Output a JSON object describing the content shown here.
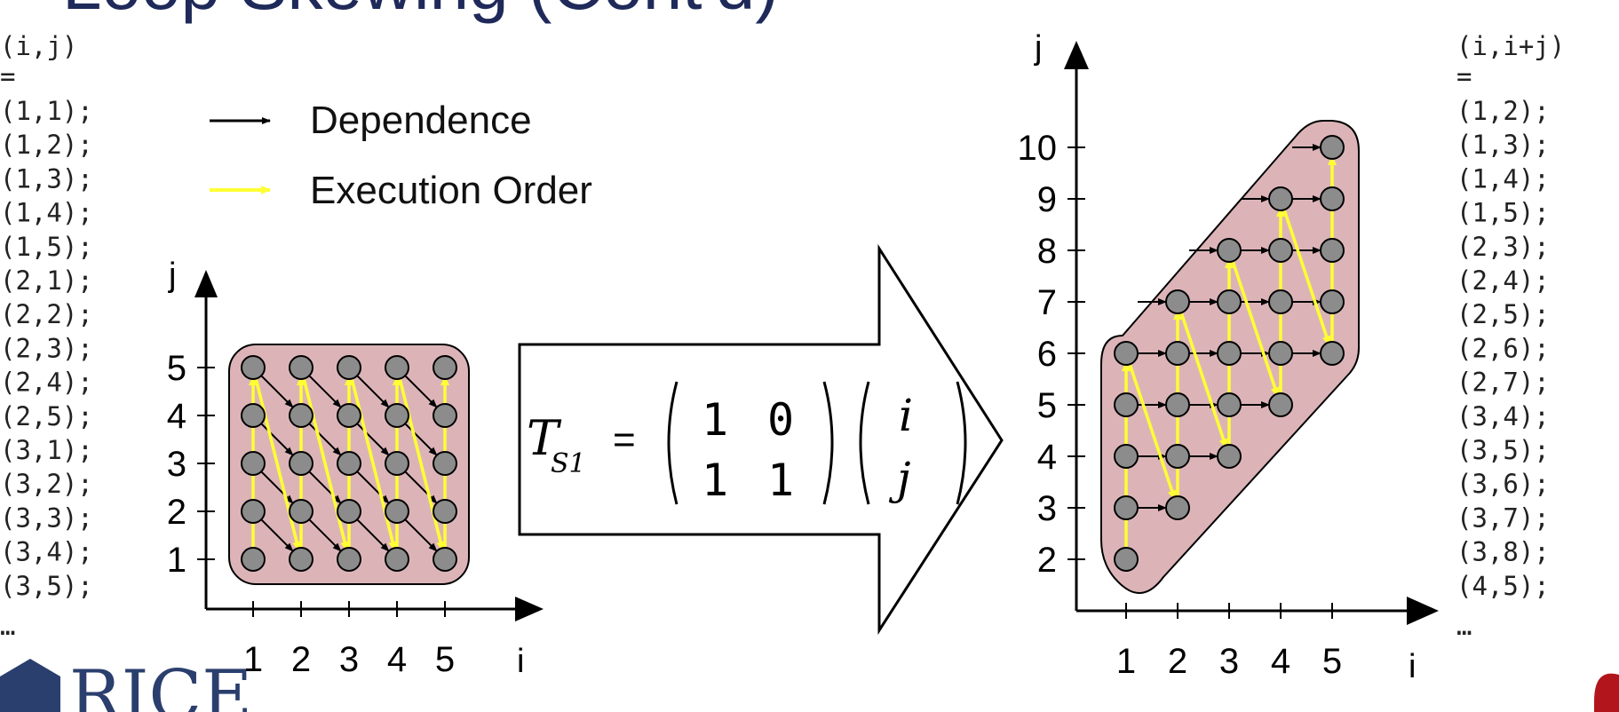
{
  "title": "Loop Skewing (Cont'd)",
  "left_list": {
    "header": "(i,j)",
    "equals": "=",
    "items": [
      "(1,1);",
      "(1,2);",
      "(1,3);",
      "(1,4);",
      "(1,5);",
      "(2,1);",
      "(2,2);",
      "(2,3);",
      "(2,4);",
      "(2,5);",
      "(3,1);",
      "(3,2);",
      "(3,3);",
      "(3,4);",
      "(3,5);"
    ],
    "ellipsis": "…"
  },
  "right_list": {
    "header": "(i,i+j)",
    "equals": "=",
    "items": [
      "(1,2);",
      "(1,3);",
      "(1,4);",
      "(1,5);",
      "(2,3);",
      "(2,4);",
      "(2,5);",
      "(2,6);",
      "(2,7);",
      "(3,4);",
      "(3,5);",
      "(3,6);",
      "(3,7);",
      "(3,8);",
      "(4,5);"
    ],
    "ellipsis": "…"
  },
  "legend": {
    "dependence": "Dependence",
    "execution_order": "Execution Order"
  },
  "colors": {
    "title": "#1f2a5a",
    "region_fill": "#dcb4b8",
    "node_fill": "#8c8c8c",
    "execution": "#ffff33",
    "dependence": "#000000"
  },
  "left_plot": {
    "x_axis_label": "i",
    "y_axis_label": "j",
    "x_ticks": [
      1,
      2,
      3,
      4,
      5
    ],
    "y_ticks": [
      1,
      2,
      3,
      4,
      5
    ],
    "points": "all (i,j) with i in 1..5, j in 1..5",
    "dependence": "(i,j) -> (i+1,j-1)",
    "execution_order": "j ascending within i"
  },
  "right_plot": {
    "x_axis_label": "i",
    "y_axis_label": "j",
    "x_ticks": [
      1,
      2,
      3,
      4,
      5
    ],
    "y_ticks": [
      2,
      3,
      4,
      5,
      6,
      7,
      8,
      9,
      10
    ],
    "points": "all (i,i+j) with i in 1..5, j in 1..5",
    "dependence": "(i,j) -> (i+1,j)",
    "execution_order": "j ascending within i"
  },
  "transform": {
    "symbol": "T",
    "subscript": "S1",
    "equals": "=",
    "matrix": [
      [
        "1",
        "0"
      ],
      [
        "1",
        "1"
      ]
    ],
    "vector": [
      "i",
      "j"
    ]
  },
  "logo_text": "RICE"
}
